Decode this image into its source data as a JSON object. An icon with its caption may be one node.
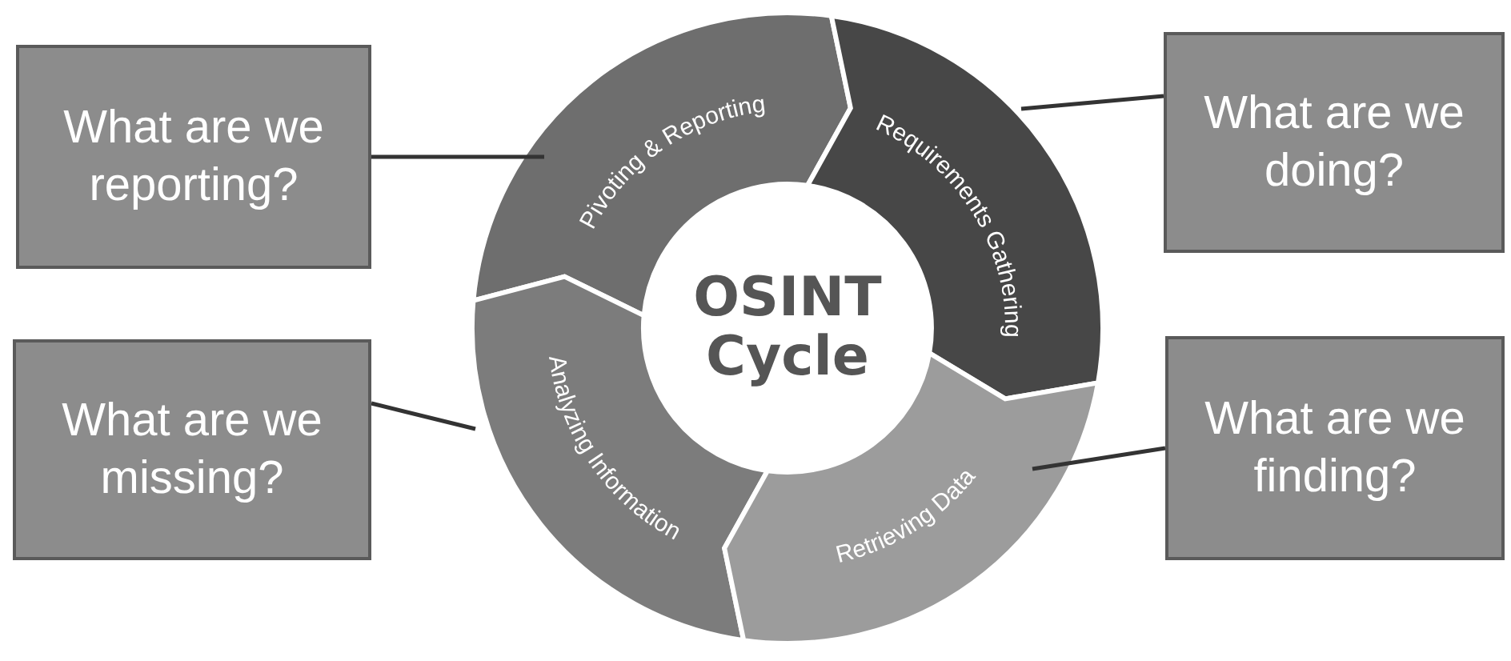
{
  "diagram": {
    "nodes": [
      {
        "text": [
          "What are we reporting?"
        ]
      },
      {
        "text": [
          "Pivoting & Reporting"
        ]
      },
      {
        "text": [
          "Requirements Gathering"
        ]
      },
      {
        "text": [
          "What are we doing?"
        ]
      },
      {
        "text": [
          "OSINT Cycle"
        ]
      },
      {
        "text": [
          "What are we missing?"
        ]
      },
      {
        "text": [
          "Analyzing Information"
        ]
      },
      {
        "text": [
          "Retrieving Data"
        ]
      },
      {
        "text": [
          "What are we finding?"
        ]
      }
    ],
    "edges": [
      {
        "from": 0,
        "to": 1,
        "arrow": "none"
      },
      {
        "from": 3,
        "to": 2,
        "arrow": "none"
      },
      {
        "from": 5,
        "to": 6,
        "arrow": "none"
      },
      {
        "from": 8,
        "to": 7,
        "arrow": "none"
      }
    ]
  }
}
